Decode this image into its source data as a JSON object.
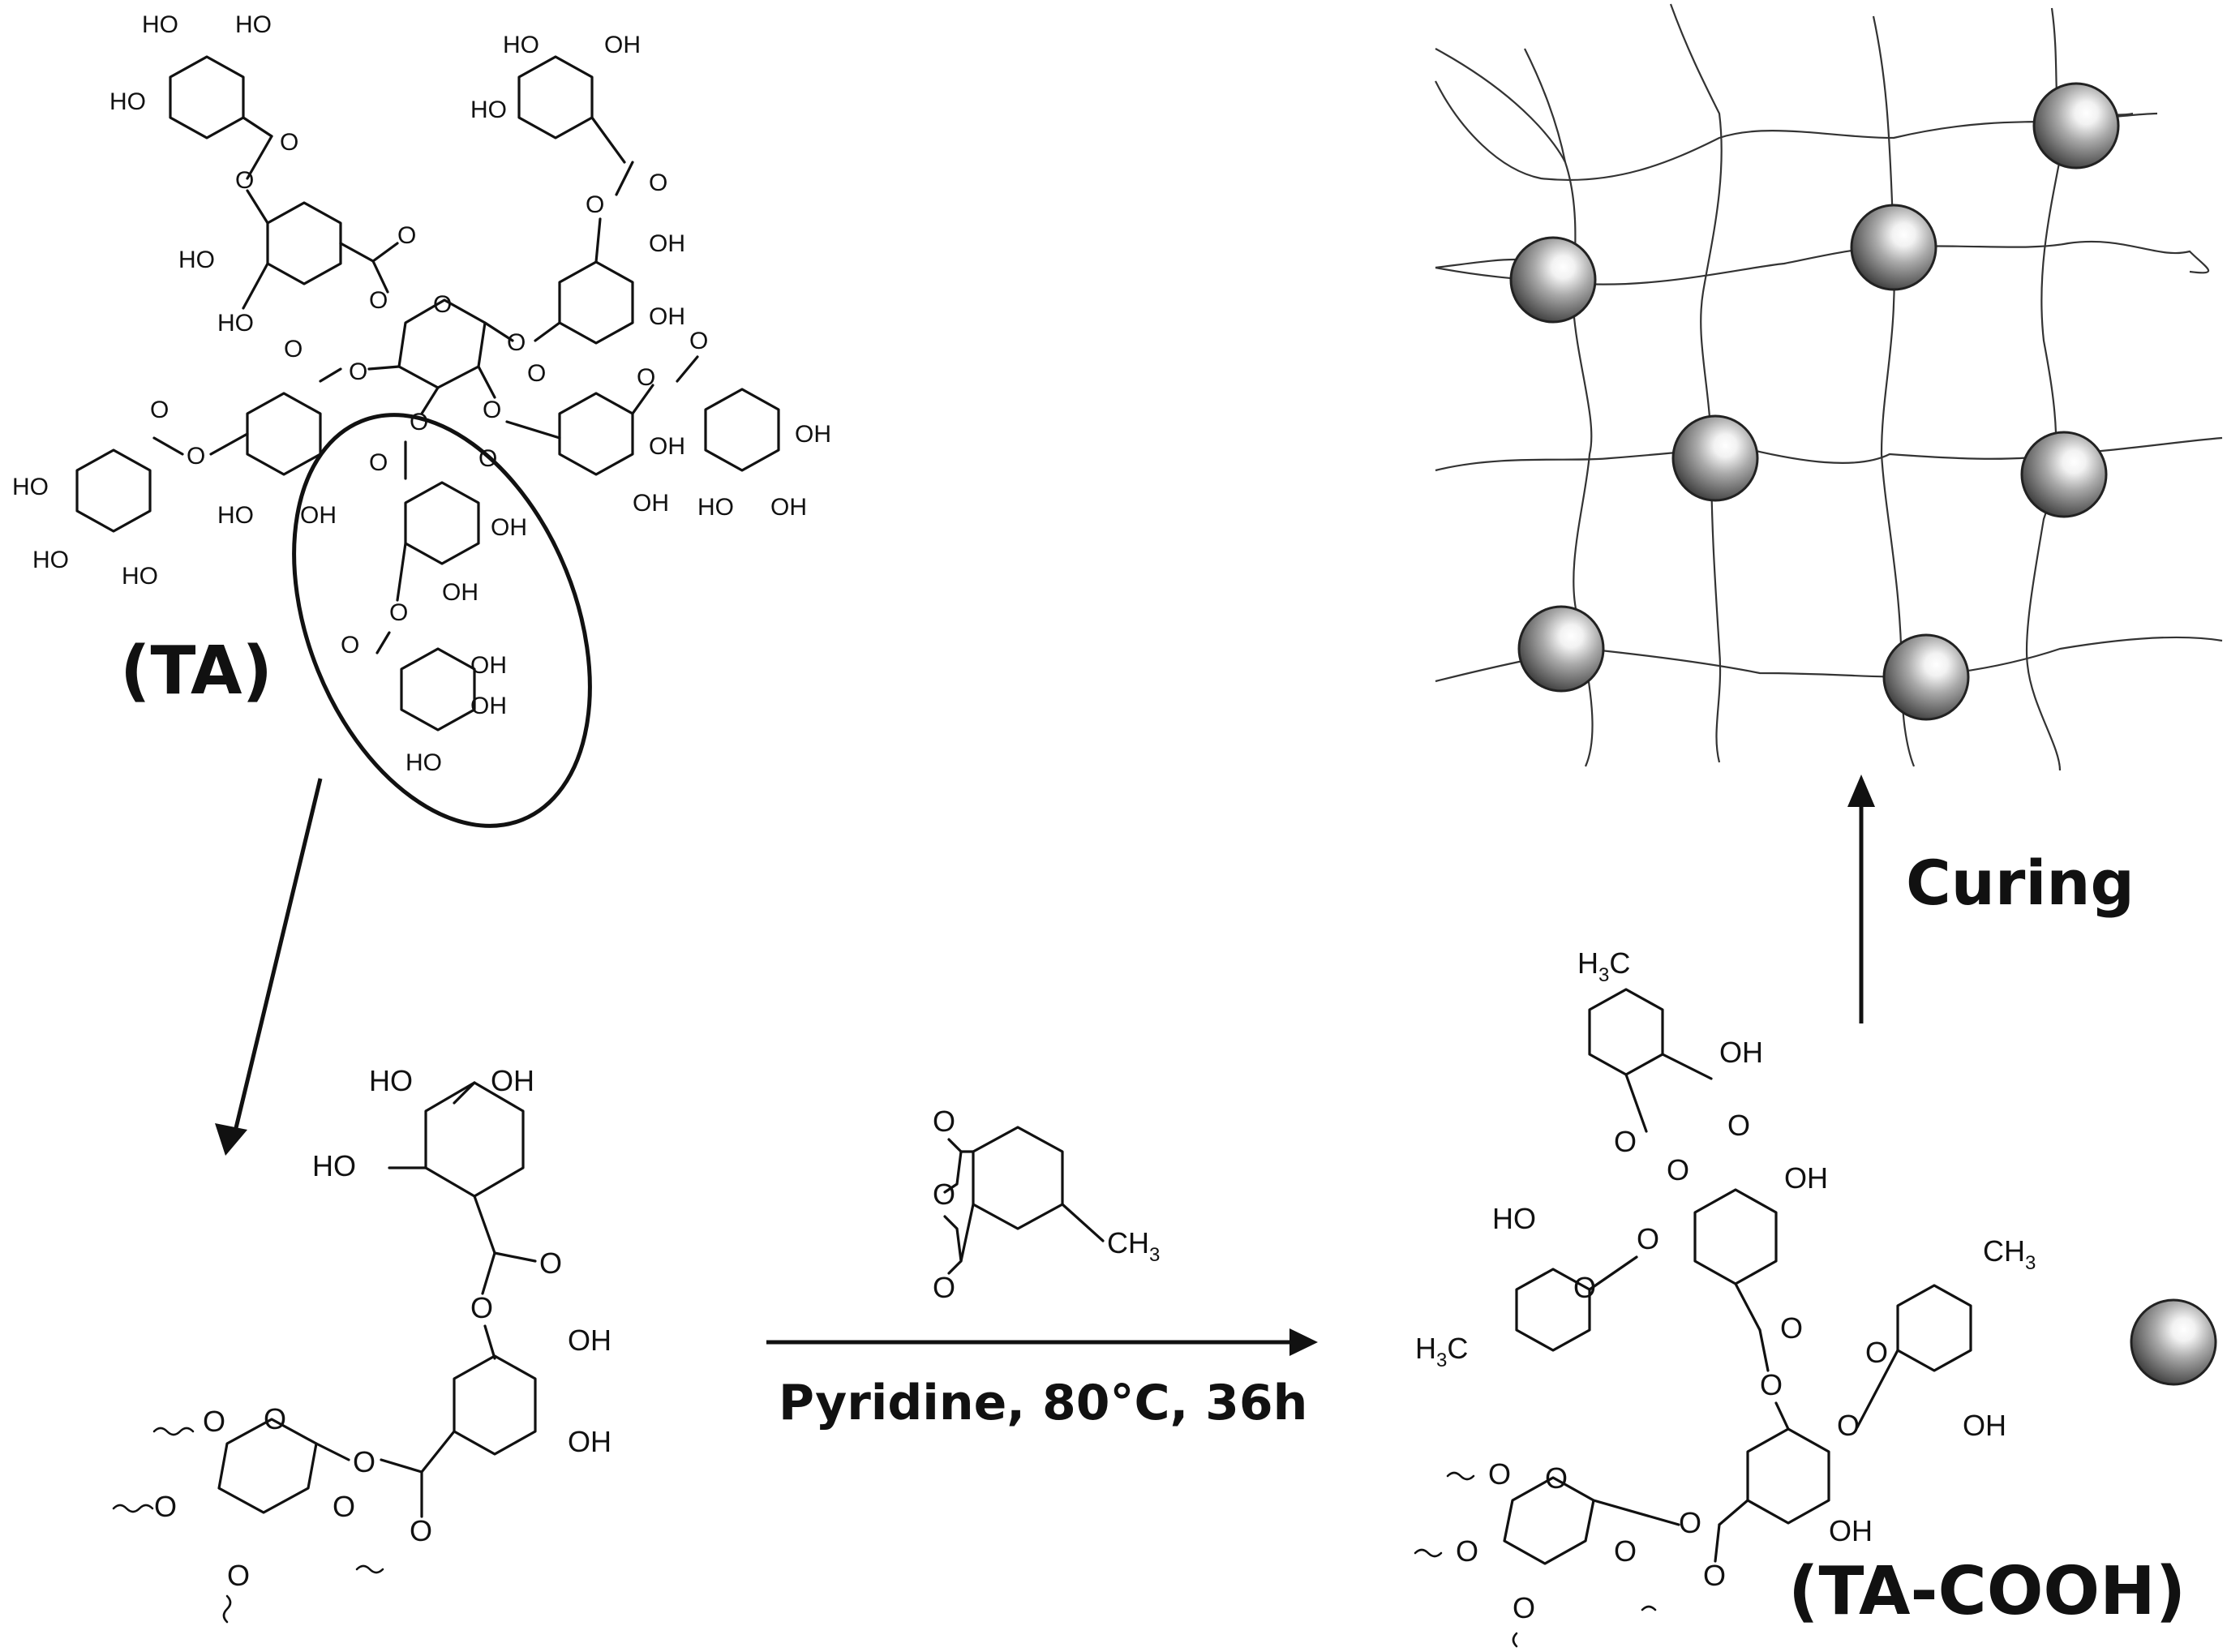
{
  "labels": {
    "ta": "(TA)",
    "ta_cooh": "(TA-COOH)",
    "curing": "Curing",
    "conditions": "Pyridine, 80°C, 36h"
  },
  "atoms": {
    "ho": "HO",
    "oh": "OH",
    "o": "O",
    "c": "C",
    "h3": "H",
    "ch3": "CH",
    "sub3": "3"
  }
}
